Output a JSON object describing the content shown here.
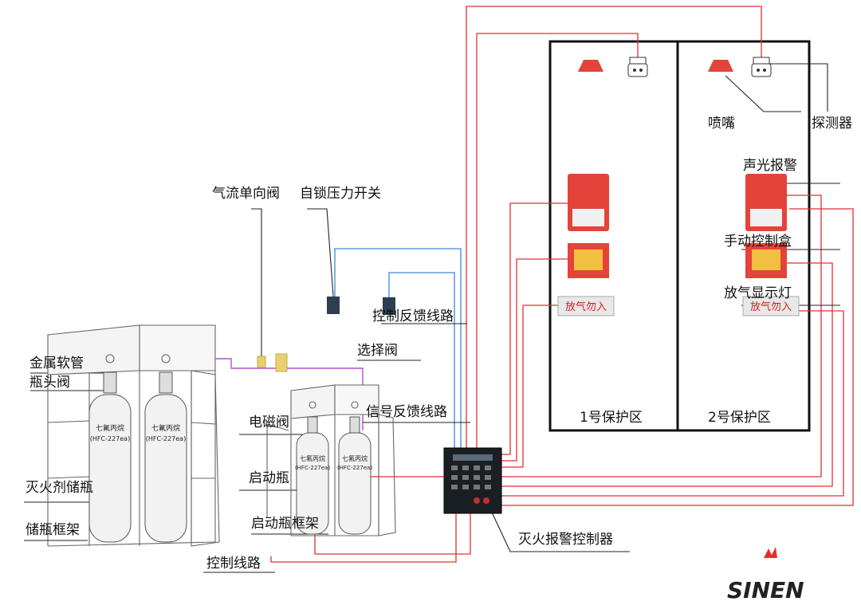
{
  "labels": {
    "check_valve": "气流单向阀",
    "pressure_switch": "自锁压力开关",
    "metal_hose": "金属软管",
    "bottle_valve": "瓶头阀",
    "agent_bottle": "灭火剂储瓶",
    "bottle_rack": "储瓶框架",
    "solenoid_valve": "电磁阀",
    "start_bottle": "启动瓶",
    "start_rack": "启动瓶框架",
    "control_line": "控制线路",
    "control_feedback": "控制反馈线路",
    "select_valve": "选择阀",
    "signal_feedback": "信号反馈线路",
    "controller": "灭火报警控制器",
    "nozzle": "喷嘴",
    "detector": "探测器",
    "alarm": "声光报警",
    "manual_box": "手动控制盒",
    "release_lamp": "放气显示灯",
    "zone1": "1号保护区",
    "zone2": "2号保护区"
  },
  "devices": {
    "lamp_text_1": "放气勿入",
    "lamp_text_2": "放气勿入",
    "cylinder_text_a": "七氟丙烷",
    "cylinder_text_b": "(HFC-227ea)"
  },
  "logo": {
    "text": "SINEN"
  },
  "colors": {
    "line_red": "#e03030",
    "line_blue": "#3a86d8",
    "line_purple": "#b050d0",
    "device_red": "#e4433a",
    "valve_yellow": "#e8d070",
    "controller_dark": "#1a1f24"
  }
}
